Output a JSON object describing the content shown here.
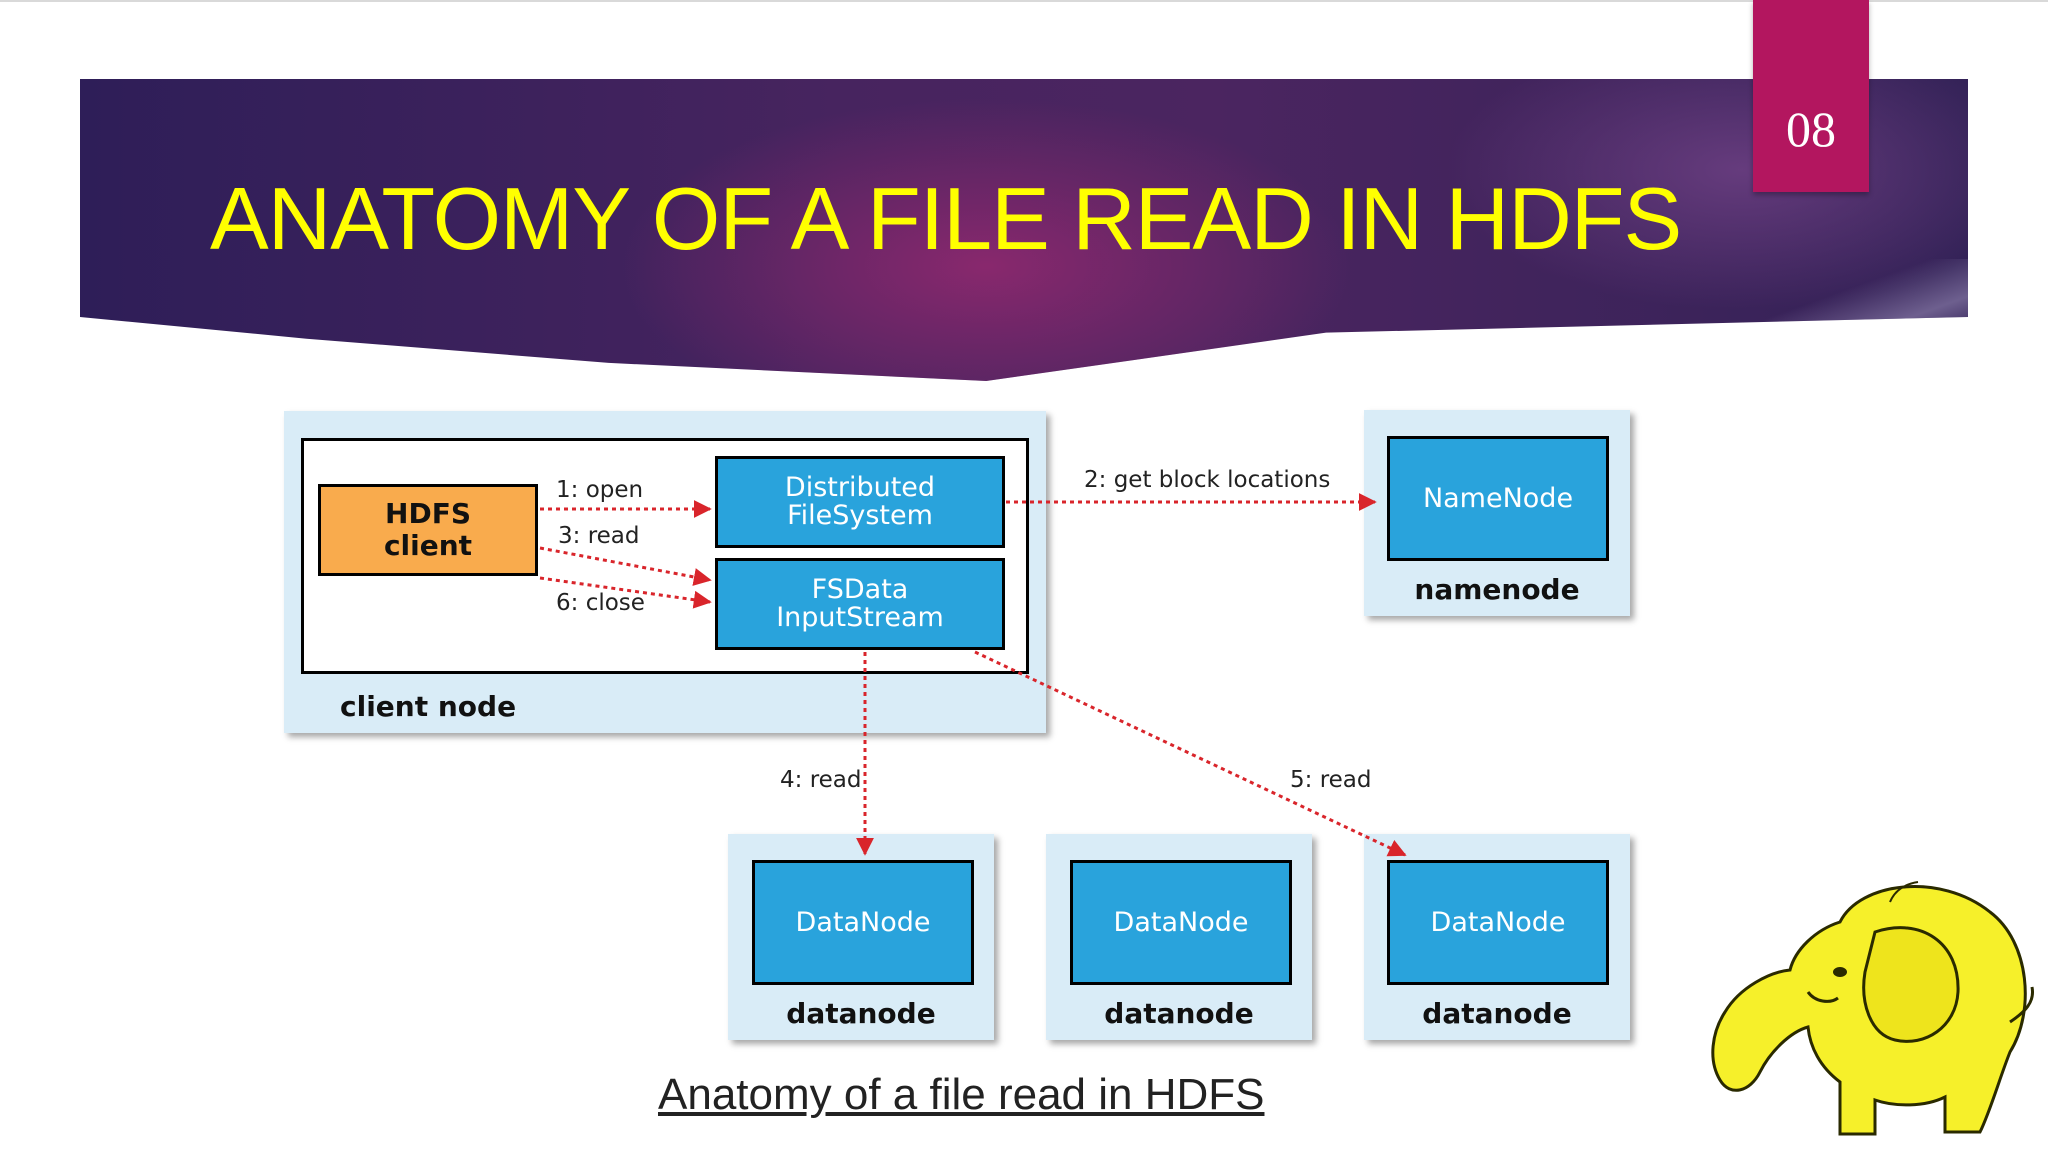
{
  "slide": {
    "title": "ANATOMY OF A FILE READ IN HDFS",
    "number": "08",
    "caption": "Anatomy of a file read in HDFS"
  },
  "diagram": {
    "client_node": {
      "label": "client node",
      "hdfs_client": "HDFS client",
      "distributed_fs": "Distributed FileSystem",
      "fsdata_stream": "FSData InputStream"
    },
    "namenode": {
      "box": "NameNode",
      "label": "namenode"
    },
    "datanodes": [
      {
        "box": "DataNode",
        "label": "datanode"
      },
      {
        "box": "DataNode",
        "label": "datanode"
      },
      {
        "box": "DataNode",
        "label": "datanode"
      }
    ],
    "edges": {
      "open": "1: open",
      "get_block": "2: get block locations",
      "read": "3: read",
      "read4": "4: read",
      "read5": "5: read",
      "close": "6: close"
    }
  },
  "colors": {
    "title": "#ffff00",
    "number_badge": "#b3165f",
    "component_blue": "#29a3dc",
    "client_orange": "#f9ab4d",
    "node_bg": "#d9ecf7",
    "arrow_red": "#d9252b"
  },
  "icons": {
    "mascot": "hadoop-elephant-icon"
  }
}
